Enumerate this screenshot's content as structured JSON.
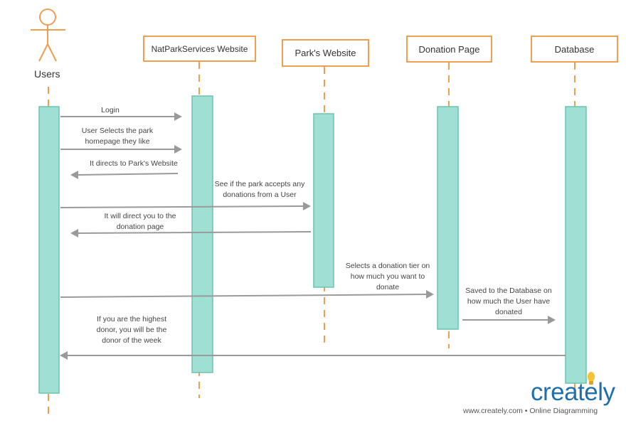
{
  "actor": {
    "label": "Users"
  },
  "participants": [
    {
      "label": "NatParkServices Website"
    },
    {
      "label": "Park's Website"
    },
    {
      "label": "Donation Page"
    },
    {
      "label": "Database"
    }
  ],
  "messages": [
    {
      "lines": [
        "Login"
      ]
    },
    {
      "lines": [
        "User Selects the park",
        "homepage they like"
      ]
    },
    {
      "lines": [
        "It directs to Park's Website"
      ]
    },
    {
      "lines": [
        "See if the park accepts any",
        "donations from a User"
      ]
    },
    {
      "lines": [
        "It will direct you to the",
        "donation page"
      ]
    },
    {
      "lines": [
        "Selects a donation tier on",
        "how much you want to",
        "donate"
      ]
    },
    {
      "lines": [
        "Saved to the Database on",
        "how much the User have",
        "donated"
      ]
    },
    {
      "lines": [
        "If you are the highest",
        "donor, you will be the",
        "donor of the week"
      ]
    }
  ],
  "branding": {
    "logo": "creately",
    "tagline": "www.creately.com • Online Diagramming"
  },
  "colors": {
    "participant_border": "#ef9f52",
    "lifeline": "#ef9f52",
    "activation_fill": "#a0dfd3",
    "activation_border": "#6cc3b0",
    "arrow": "#9a9a9a",
    "logo": "#1f6fae",
    "bulb": "#f7c330"
  }
}
